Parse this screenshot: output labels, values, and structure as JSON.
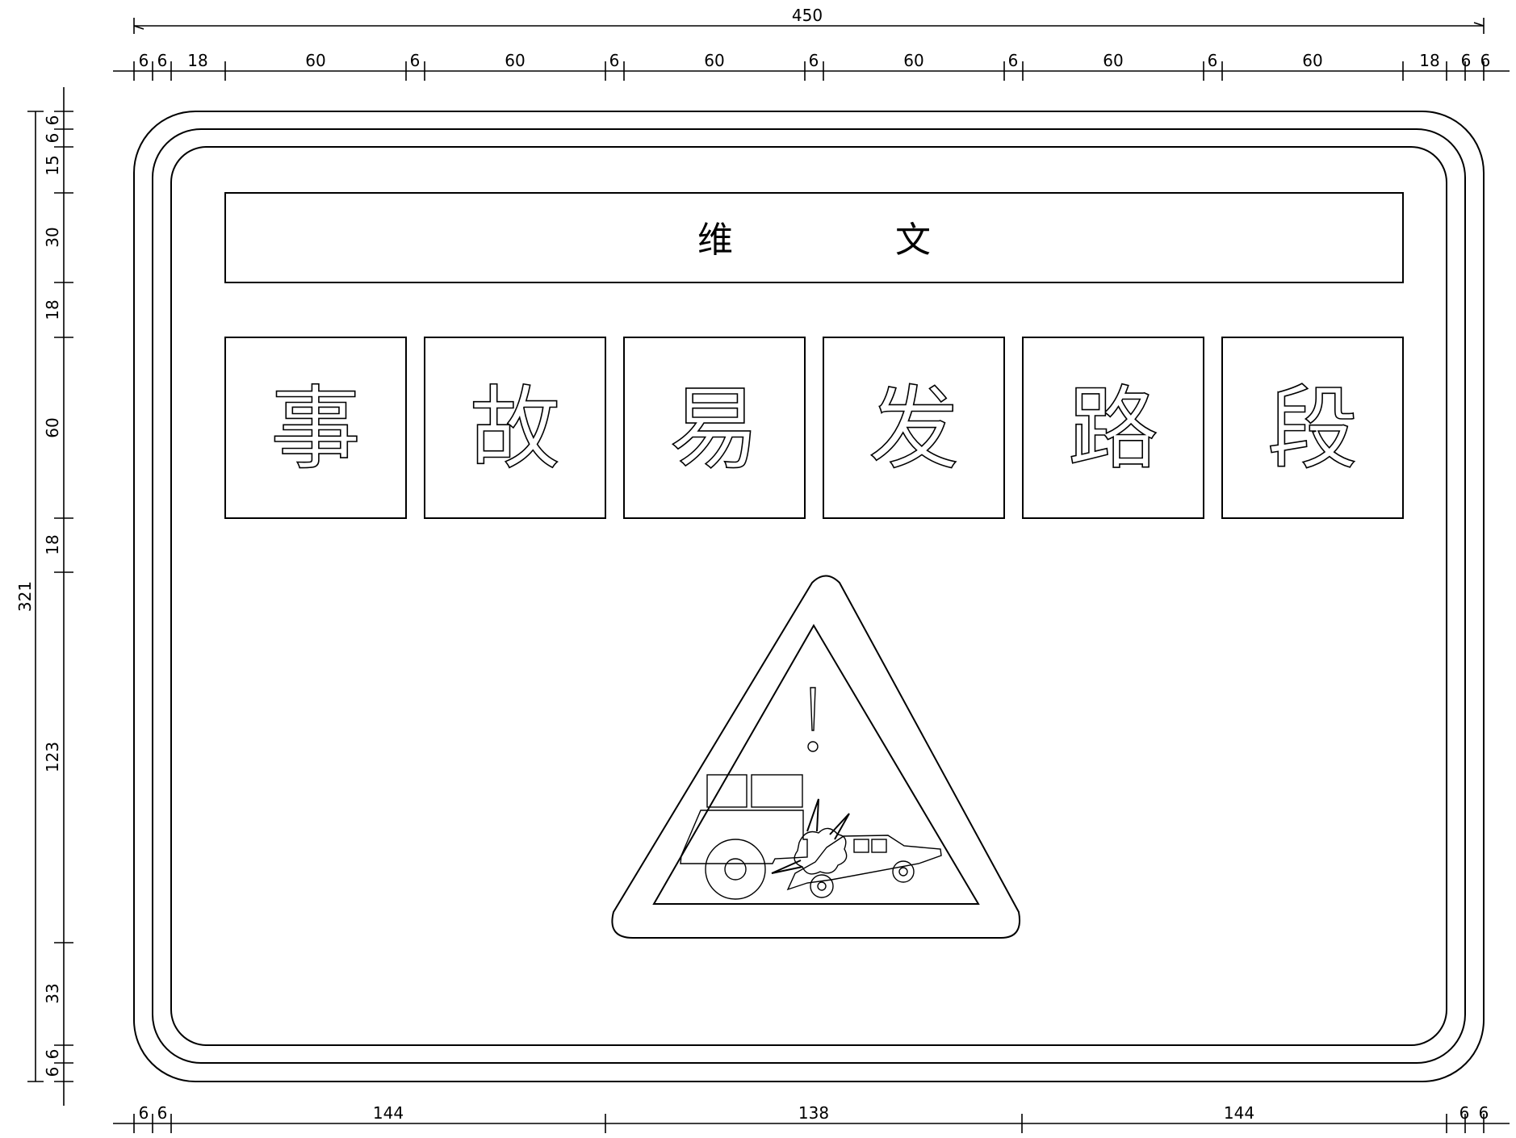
{
  "sign": {
    "header_left": "维",
    "header_right": "文",
    "chars": [
      "事",
      "故",
      "易",
      "发",
      "路",
      "段"
    ]
  },
  "dimensions": {
    "top_total": "450",
    "top_segments": [
      "6",
      "6",
      "18",
      "60",
      "6",
      "60",
      "6",
      "60",
      "6",
      "60",
      "6",
      "60",
      "6",
      "60",
      "18",
      "6",
      "6"
    ],
    "bottom_segments": [
      "6",
      "6",
      "144",
      "138",
      "144",
      "6",
      "6"
    ],
    "left_total": "321",
    "left_segments": [
      "6",
      "6",
      "15",
      "30",
      "18",
      "60",
      "18",
      "123",
      "33",
      "6",
      "6"
    ]
  },
  "warning_icon": "accident-warning-triangle-icon"
}
